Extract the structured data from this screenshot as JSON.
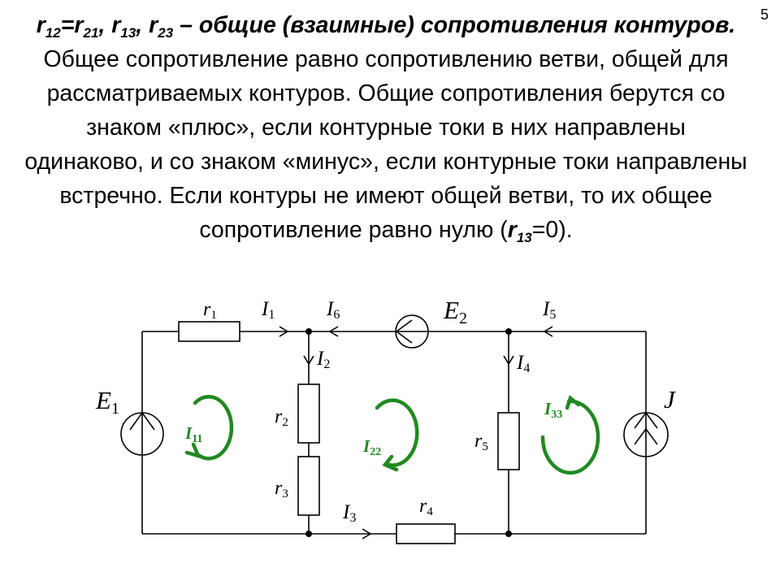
{
  "slide_number": "5",
  "text": {
    "r12": "r",
    "r12_sub": "12",
    "eq": "=",
    "r21": "r",
    "r21_sub": "21",
    "comma1": ", ",
    "r13": "r",
    "r13_sub": "13",
    "comma2": ", ",
    "r23": "r",
    "r23_sub": "23",
    "title_rest": " – общие (взаимные) сопротивления контуров.",
    "body": " Общее сопротивление равно сопротивлению ветви, общей для рассматриваемых контуров. Общие сопротивления берутся со знаком «плюс», если контурные токи в них направлены одинаково, и со знаком «минус», если контурные токи направлены встречно. Если контуры не имеют общей ветви, то их общее сопротивление равно нулю (",
    "r13b": "r",
    "r13b_sub": "13",
    "tail": "=0)."
  },
  "circuit": {
    "r1": {
      "main": "r",
      "sub": "1"
    },
    "r2": {
      "main": "r",
      "sub": "2"
    },
    "r3": {
      "main": "r",
      "sub": "3"
    },
    "r4": {
      "main": "r",
      "sub": "4"
    },
    "r5": {
      "main": "r",
      "sub": "5"
    },
    "I1": {
      "main": "I",
      "sub": "1"
    },
    "I2": {
      "main": "I",
      "sub": "2"
    },
    "I3": {
      "main": "I",
      "sub": "3"
    },
    "I4": {
      "main": "I",
      "sub": "4"
    },
    "I5": {
      "main": "I",
      "sub": "5"
    },
    "I6": {
      "main": "I",
      "sub": "6"
    },
    "E1": {
      "main": "E",
      "sub": "1"
    },
    "E2": {
      "main": "E",
      "sub": "2"
    },
    "J": "J",
    "I11": {
      "main": "I",
      "sub": "11"
    },
    "I22": {
      "main": "I",
      "sub": "22"
    },
    "I33": {
      "main": "I",
      "sub": "33"
    },
    "loop_color": "#1f8a1f"
  }
}
